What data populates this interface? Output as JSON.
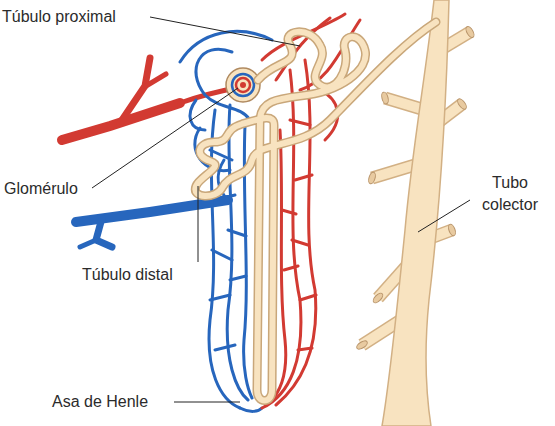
{
  "diagram": {
    "labels": [
      "Túbulo proximal",
      "Glomérulo",
      "Túbulo distal",
      "Tubo colector",
      "Asa de Henle"
    ]
  }
}
